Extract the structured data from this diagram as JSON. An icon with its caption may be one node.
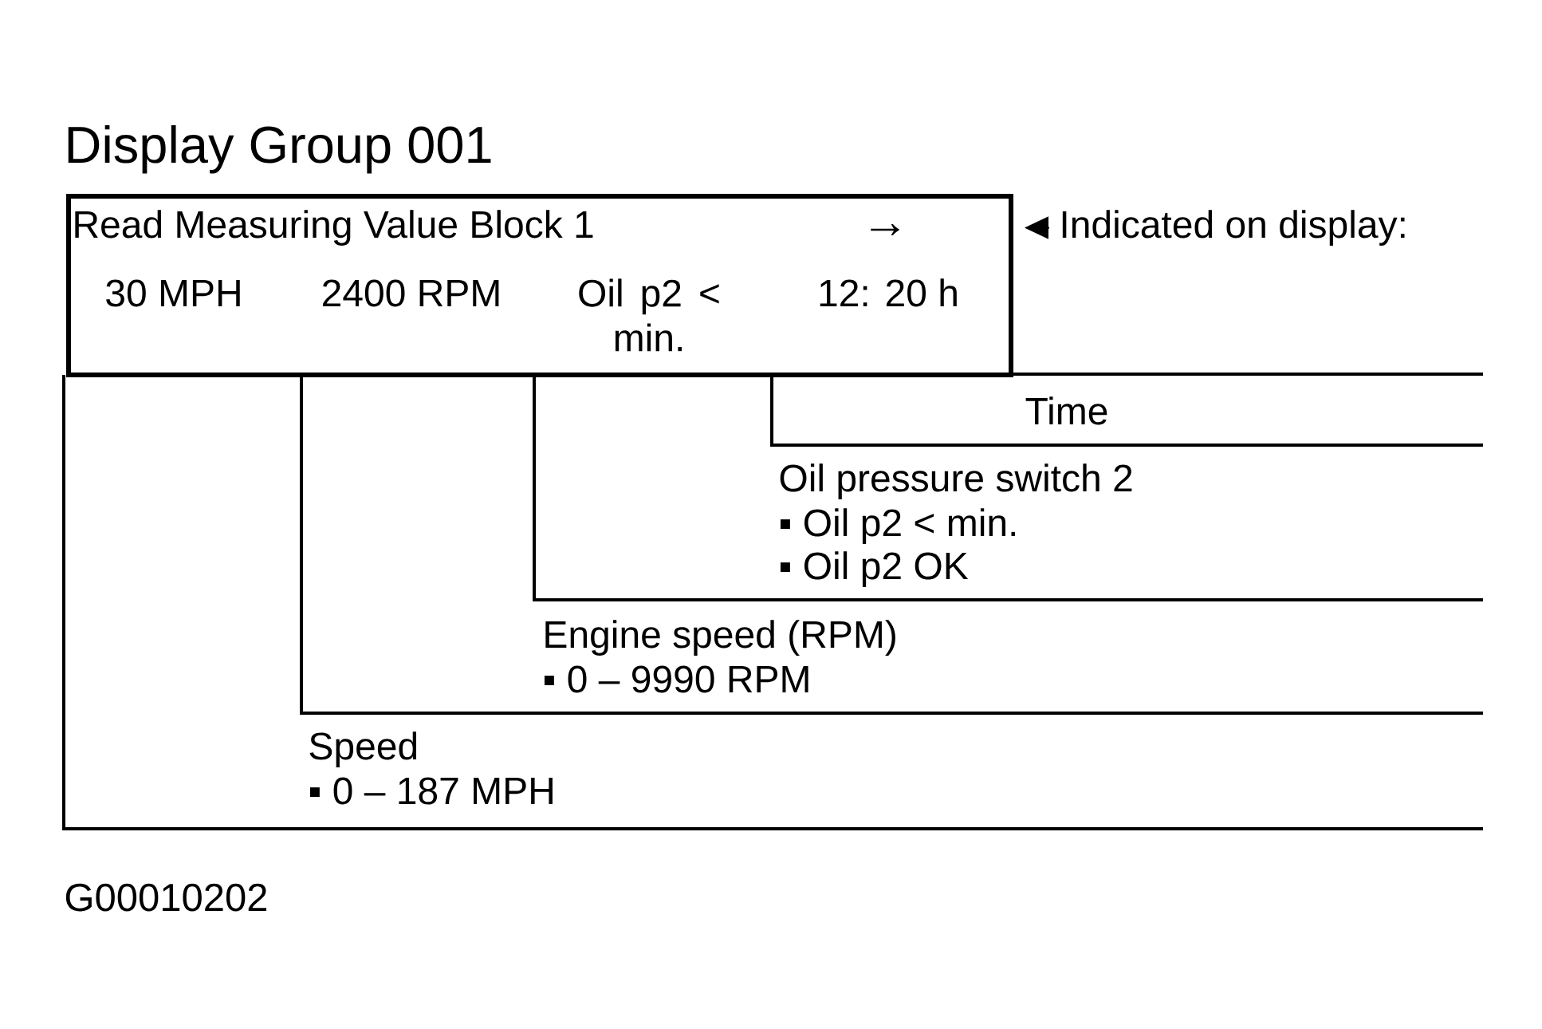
{
  "diagram": {
    "title": "Display Group 001",
    "nodes": [
      {
        "text": [
          "Read Measuring Value Block 1",
          "→",
          "30 MPH",
          "2400 RPM",
          "Oil p2 < min.",
          "12: 20 h"
        ]
      },
      {
        "text": [
          "Indicated on display:"
        ]
      },
      {
        "text": [
          "Speed",
          "▪ 0 – 187 MPH"
        ]
      },
      {
        "text": [
          "Engine speed (RPM)",
          "▪ 0 – 9990 RPM"
        ],
        "in": 2
      },
      {
        "text": [
          "Oil pressure switch 2",
          "▪ Oil p2 < min.",
          "▪ Oil p2 OK"
        ],
        "in": 3
      },
      {
        "text": [
          "Time"
        ],
        "in": 4
      }
    ],
    "edges": [
      {
        "from": 1,
        "to": 0,
        "arrow": "to"
      }
    ],
    "labels": [
      "G00010202"
    ]
  }
}
